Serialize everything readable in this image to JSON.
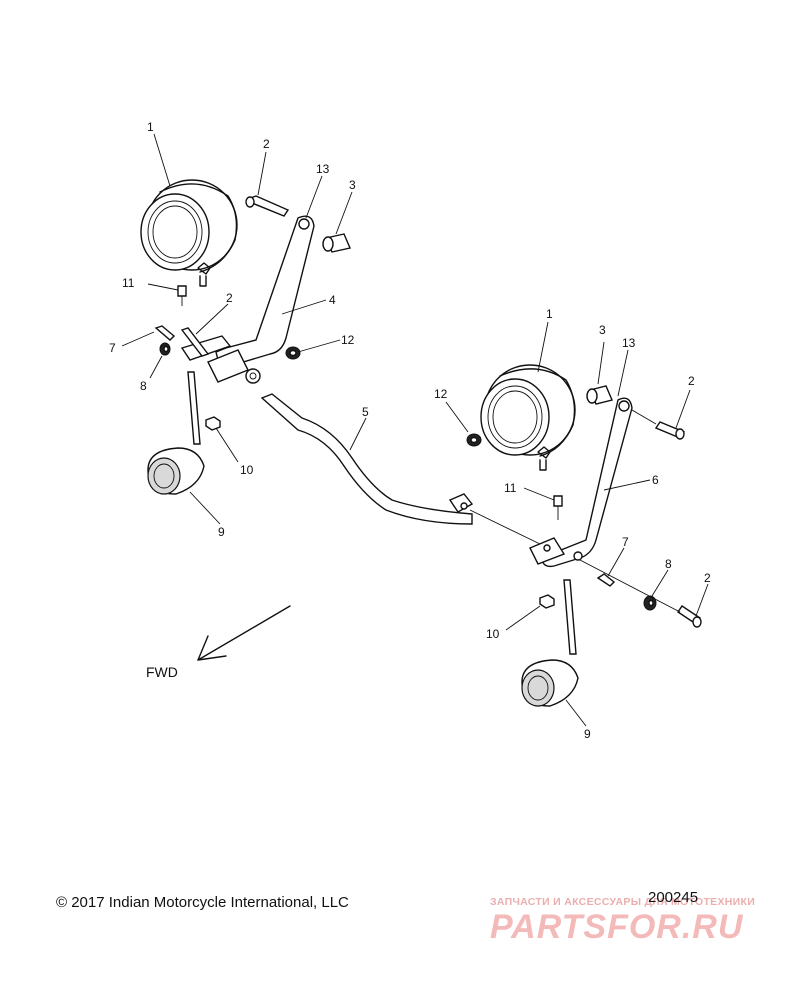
{
  "callouts": {
    "c1a": "1",
    "c2a": "2",
    "c13a": "13",
    "c3a": "3",
    "c11a": "11",
    "c2b": "2",
    "c4": "4",
    "c12a": "12",
    "c7a": "7",
    "c8a": "8",
    "c10a": "10",
    "c9a": "9",
    "c5": "5",
    "c1b": "1",
    "c3b": "3",
    "c13b": "13",
    "c2c": "2",
    "c12b": "12",
    "c11b": "11",
    "c6": "6",
    "c7b": "7",
    "c8b": "8",
    "c2d": "2",
    "c10b": "10",
    "c9b": "9"
  },
  "direction_label": "FWD",
  "copyright": "© 2017 Indian Motorcycle International, LLC",
  "diagram_number": "200245",
  "watermark": {
    "tagline": "ЗАПЧАСТИ И АКСЕССУАРЫ ДЛЯ МОТОТЕХНИКИ",
    "logo": "PARTSFOR.RU",
    "color": "#f3b3b3"
  }
}
